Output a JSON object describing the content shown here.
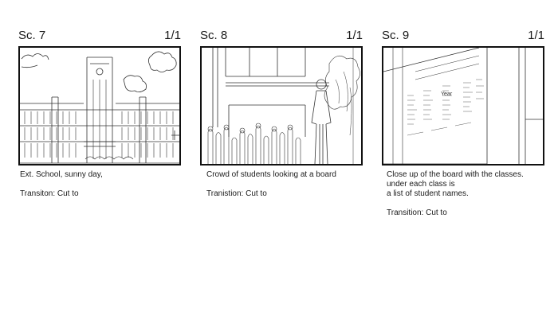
{
  "panels": [
    {
      "scene": "Sc. 7",
      "page": "1/1",
      "description": [
        "Ext. School, sunny day,"
      ],
      "transition": "Transiton: Cut to"
    },
    {
      "scene": "Sc. 8",
      "page": "1/1",
      "description": [
        "Crowd of students looking at a board"
      ],
      "transition": "Tranistion: Cut to"
    },
    {
      "scene": "Sc. 9",
      "page": "1/1",
      "description": [
        "Close up of the board with the classes.",
        "under each class is",
        "a list of student names."
      ],
      "transition": "Transition: Cut to"
    }
  ],
  "sketch_text": {
    "sign": "Year"
  }
}
